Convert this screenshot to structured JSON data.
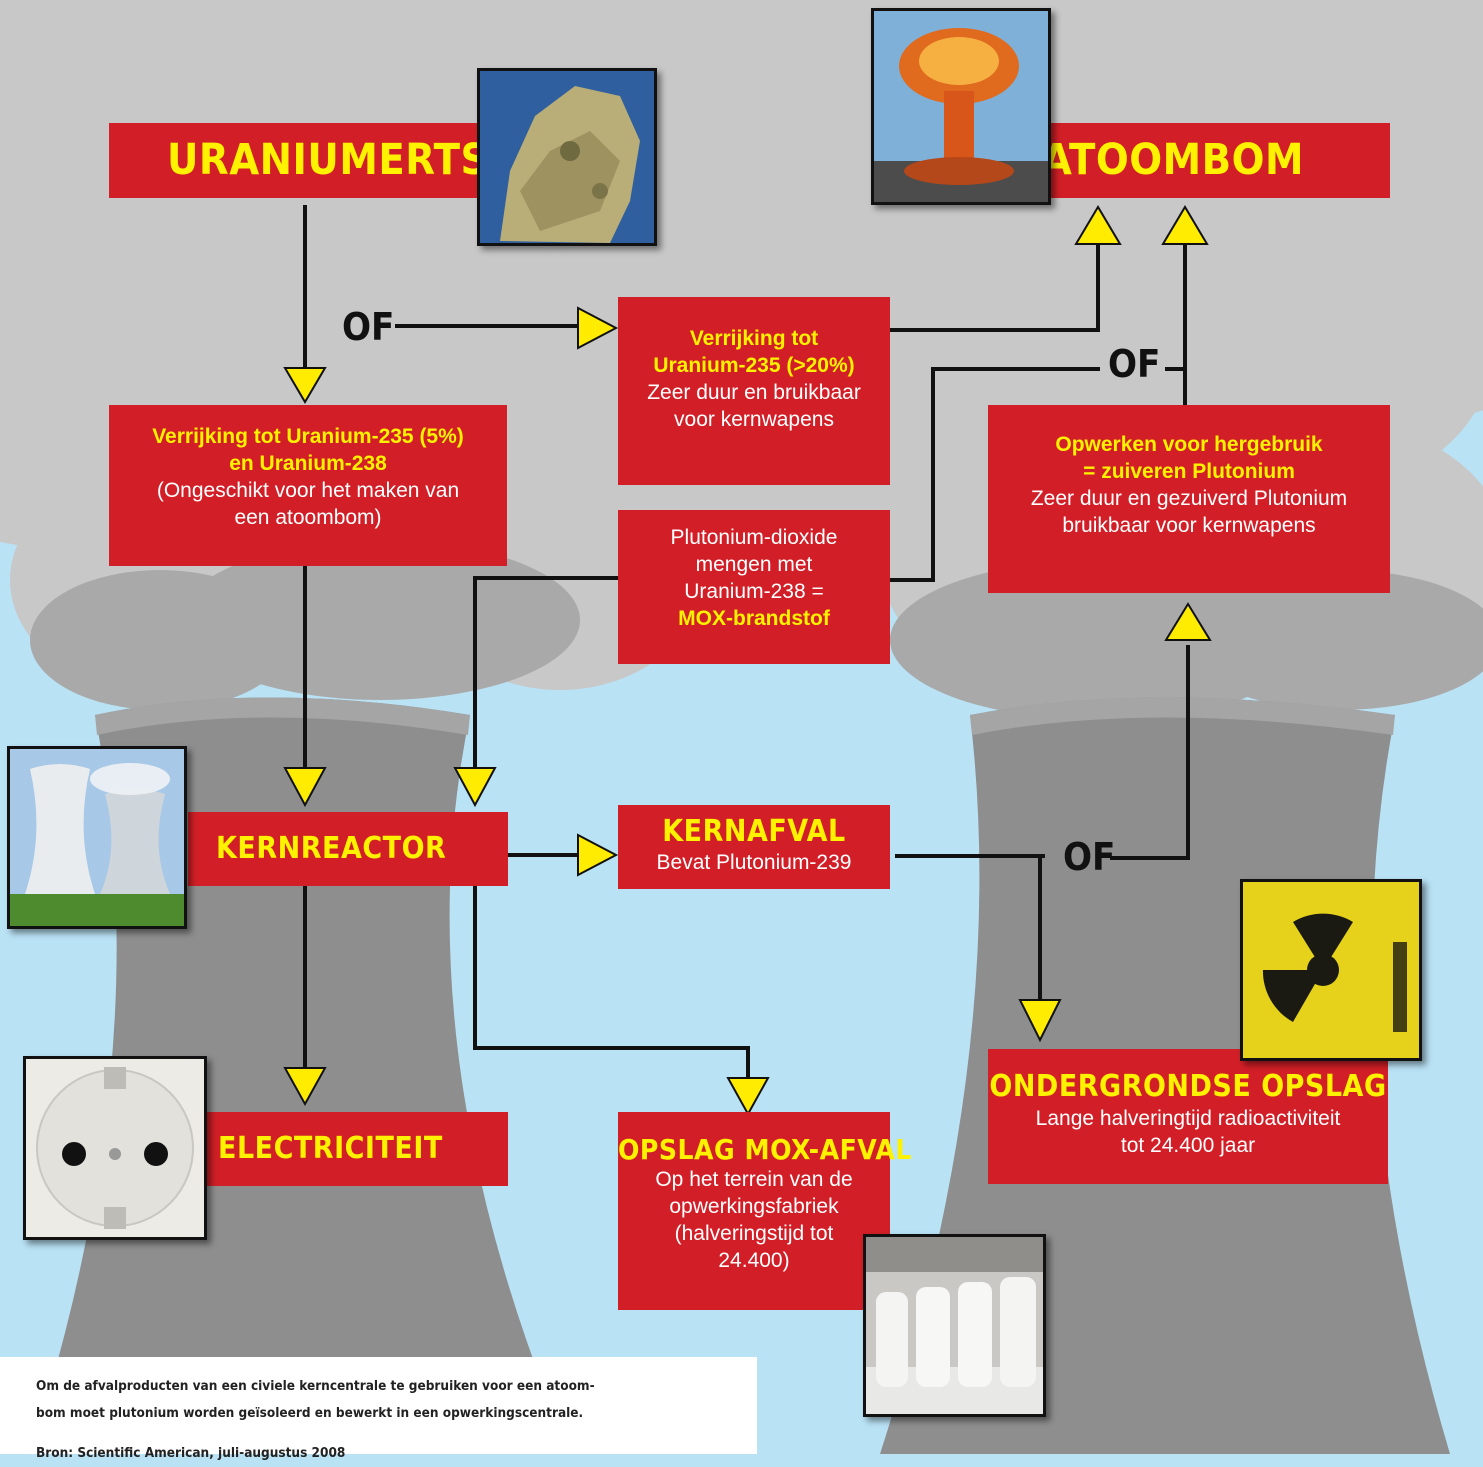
{
  "nodes": {
    "uraniumerts": {
      "title": "URANIUMERTS"
    },
    "atoombom": {
      "title": "ATOOMBOM"
    },
    "verrijking_hoog": {
      "line1": "Verrijking tot",
      "line2": "Uranium-235 (>20%)",
      "line3": "Zeer duur en bruikbaar",
      "line4": "voor kernwapens"
    },
    "verrijking_laag": {
      "line1": "Verrijking tot Uranium-235 (5%)",
      "line2": "en Uranium-238",
      "line3": "(Ongeschikt voor het maken van",
      "line4": "een atoombom)"
    },
    "opwerken": {
      "line1": "Opwerken voor hergebruik",
      "line2": "= zuiveren Plutonium",
      "line3": "Zeer duur en gezuiverd Plutonium",
      "line4": "bruikbaar voor kernwapens"
    },
    "mox": {
      "line1": "Plutonium-dioxide",
      "line2": "mengen met",
      "line3": "Uranium-238 =",
      "line4": "MOX-brandstof"
    },
    "kernreactor": {
      "title": "KERNREACTOR"
    },
    "kernafval": {
      "title": "KERNAFVAL",
      "line1": "Bevat Plutonium-239"
    },
    "electriciteit": {
      "title": "ELECTRICITEIT"
    },
    "opslag_mox": {
      "title": "OPSLAG MOX-AFVAL",
      "line1": "Op het terrein van de",
      "line2": "opwerkingsfabriek",
      "line3": "(halveringstijd tot",
      "line4": "24.400)"
    },
    "ondergronds": {
      "title": "ONDERGRONDSE OPSLAG",
      "line1": "Lange halveringtijd radioactiviteit",
      "line2": "tot 24.400 jaar"
    }
  },
  "or_label": "OF",
  "note": {
    "line1": "Om de afvalproducten van een civiele kerncentrale te gebruiken voor een atoom-",
    "line2": "bom moet plutonium worden geïsoleerd en bewerkt in een opwerkingscentrale.",
    "line3": "Bron: Scientific American, juli-augustus 2008"
  },
  "colors": {
    "box_red": "#d21f27",
    "header_yellow": "#fff200",
    "arrow_yellow": "#ffec00",
    "sky": "#b9e2f5",
    "cloud": "#c8c8c8",
    "tower": "#8e8e8e"
  },
  "icons": [
    "ore-photo",
    "mushroom-cloud-photo",
    "cooling-tower-photo",
    "power-socket-photo",
    "radiation-sign-photo",
    "storage-casks-photo"
  ]
}
